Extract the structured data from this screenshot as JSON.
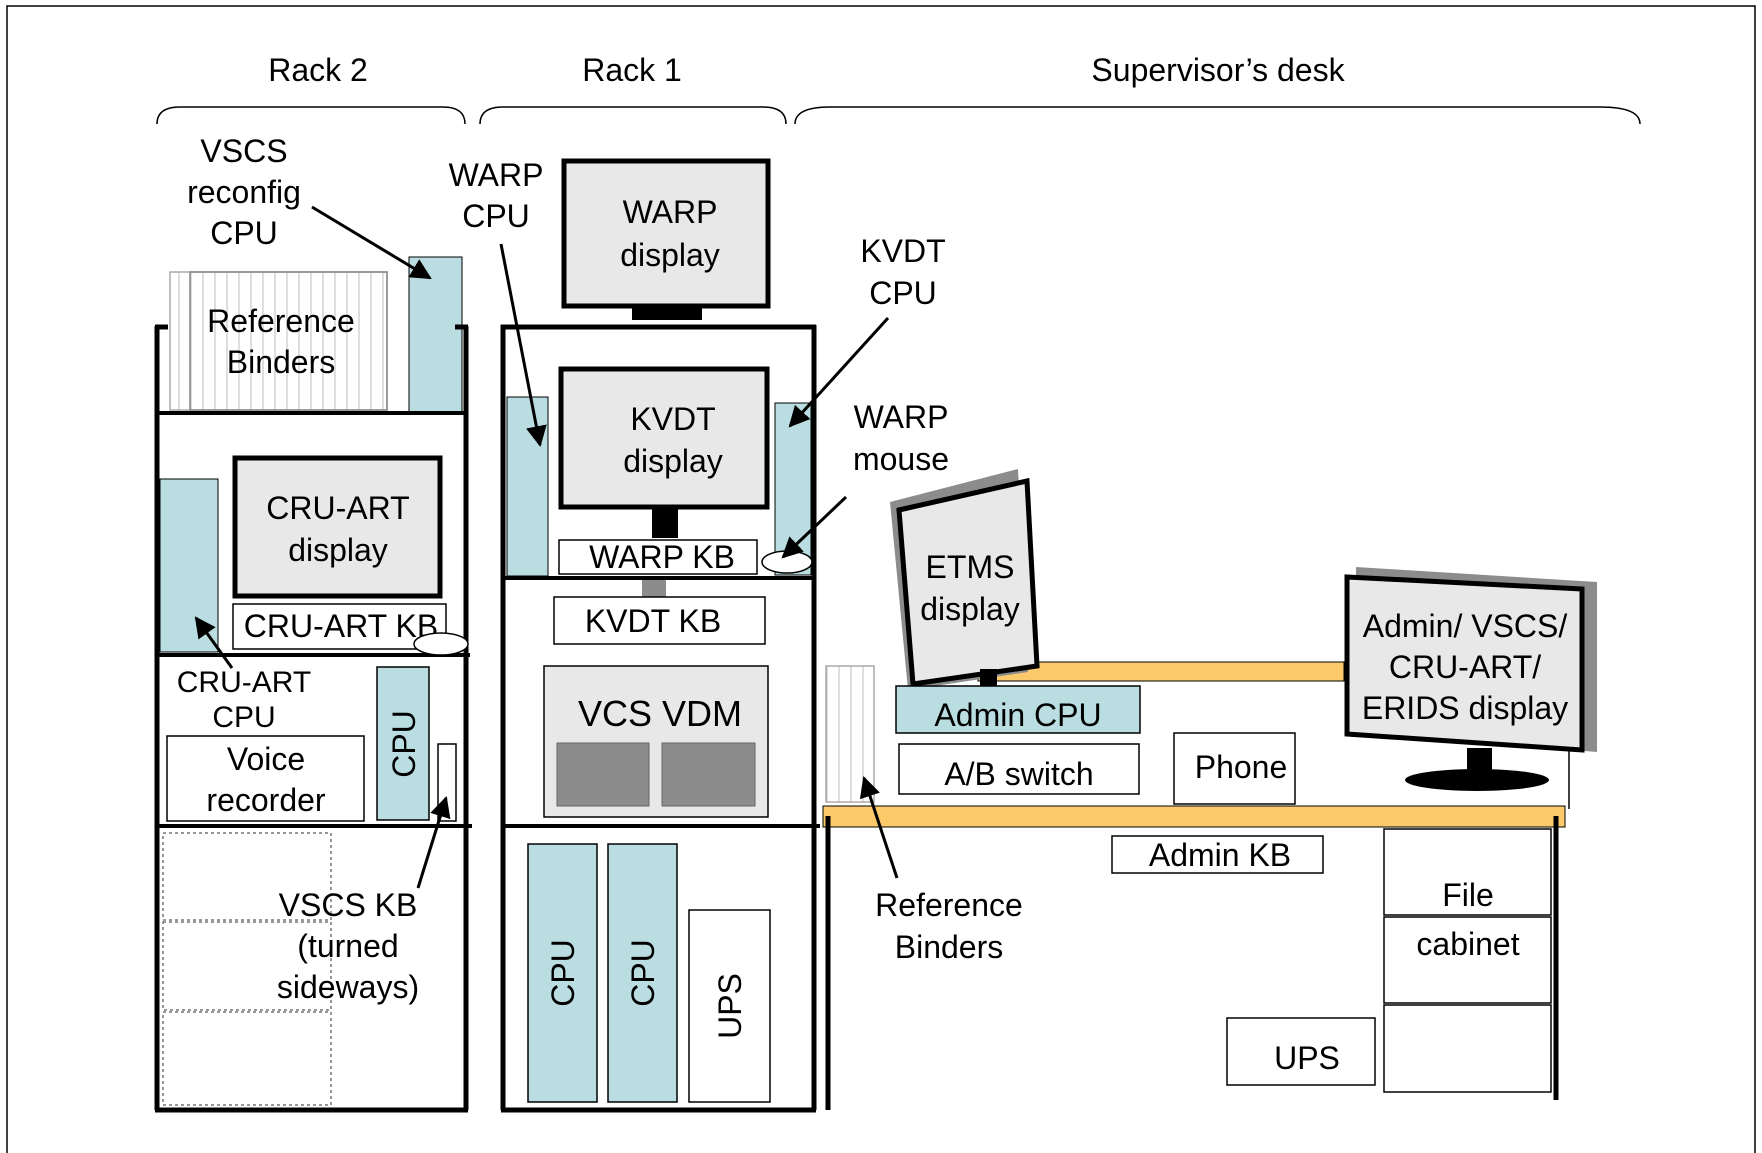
{
  "headers": {
    "rack2": "Rack 2",
    "rack1": "Rack 1",
    "desk": "Supervisor’s desk"
  },
  "rack2": {
    "vscs_reconfig_cpu": [
      "VSCS",
      "reconfig",
      "CPU"
    ],
    "reference_binders": [
      "Reference",
      "Binders"
    ],
    "cru_art_display": [
      "CRU-ART",
      "display"
    ],
    "cru_art_kb": "CRU-ART KB",
    "cru_art_cpu": [
      "CRU-ART",
      "CPU"
    ],
    "cpu": "CPU",
    "voice_recorder": [
      "Voice",
      "recorder"
    ],
    "vscs_kb": [
      "VSCS KB",
      "(turned",
      "sideways)"
    ]
  },
  "rack1": {
    "warp_cpu": [
      "WARP",
      "CPU"
    ],
    "warp_display": [
      "WARP",
      "display"
    ],
    "kvdt_display": [
      "KVDT",
      "display"
    ],
    "warp_kb": "WARP KB",
    "kvdt_kb": "KVDT KB",
    "vcs_vdm": "VCS VDM",
    "cpu_a": "CPU",
    "cpu_b": "CPU",
    "ups": "UPS"
  },
  "callouts": {
    "kvdt_cpu": [
      "KVDT",
      "CPU"
    ],
    "warp_mouse": [
      "WARP",
      "mouse"
    ]
  },
  "desk": {
    "etms_display": [
      "ETMS",
      "display"
    ],
    "admin_cpu": "Admin CPU",
    "ab_switch": "A/B switch",
    "phone": "Phone",
    "admin_display": [
      "Admin/ VSCS/",
      "CRU-ART/",
      "ERIDS display"
    ],
    "admin_kb": "Admin KB",
    "reference_binders": [
      "Reference",
      "Binders"
    ],
    "file_cabinet": [
      "File",
      "cabinet"
    ],
    "ups": "UPS"
  },
  "colors": {
    "cpu_fill": "#b9dde1",
    "screen_fill": "#e8e8e8",
    "desk_fill": "#fcca6a",
    "dark_gray": "#8c8c8c"
  }
}
